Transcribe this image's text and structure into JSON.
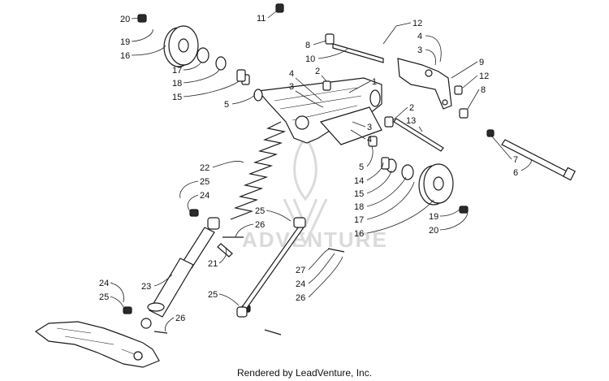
{
  "callouts": [
    {
      "label": "20"
    },
    {
      "label": "19"
    },
    {
      "label": "16"
    },
    {
      "label": "17"
    },
    {
      "label": "18"
    },
    {
      "label": "15"
    },
    {
      "label": "5"
    },
    {
      "label": "11"
    },
    {
      "label": "8"
    },
    {
      "label": "10"
    },
    {
      "label": "12"
    },
    {
      "label": "4"
    },
    {
      "label": "3"
    },
    {
      "label": "9"
    },
    {
      "label": "12"
    },
    {
      "label": "8"
    },
    {
      "label": "1"
    },
    {
      "label": "2"
    },
    {
      "label": "4"
    },
    {
      "label": "3"
    },
    {
      "label": "2"
    },
    {
      "label": "13"
    },
    {
      "label": "3"
    },
    {
      "label": "4"
    },
    {
      "label": "5"
    },
    {
      "label": "14"
    },
    {
      "label": "15"
    },
    {
      "label": "18"
    },
    {
      "label": "17"
    },
    {
      "label": "16"
    },
    {
      "label": "19"
    },
    {
      "label": "20"
    },
    {
      "label": "7"
    },
    {
      "label": "6"
    },
    {
      "label": "22"
    },
    {
      "label": "25"
    },
    {
      "label": "24"
    },
    {
      "label": "25"
    },
    {
      "label": "26"
    },
    {
      "label": "21"
    },
    {
      "label": "27"
    },
    {
      "label": "24"
    },
    {
      "label": "26"
    },
    {
      "label": "25"
    },
    {
      "label": "23"
    },
    {
      "label": "24"
    },
    {
      "label": "25"
    },
    {
      "label": "26"
    }
  ],
  "watermark": {
    "text": "ADVENTURE",
    "logo": "leadventure-logo"
  },
  "footer": {
    "text": "Rendered by LeadVenture, Inc."
  }
}
